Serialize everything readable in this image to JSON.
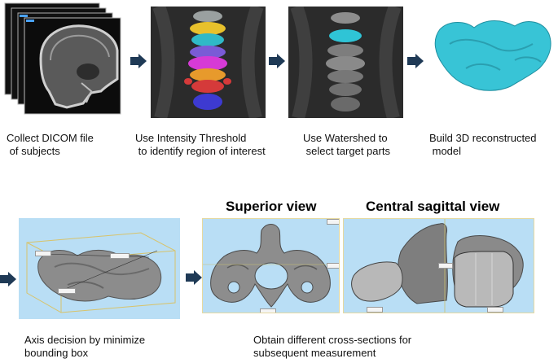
{
  "steps": [
    {
      "caption": "Collect DICOM file\n of subjects"
    },
    {
      "caption": "Use Intensity Threshold\n to identify region of interest"
    },
    {
      "caption": "Use Watershed to\n select target parts"
    },
    {
      "caption": "Build 3D reconstructed\n model"
    },
    {
      "caption": "Axis decision by minimize\nbounding box"
    },
    {
      "caption": "Obtain different cross-sections for\nsubsequent measurement"
    }
  ],
  "views": {
    "superior": "Superior view",
    "sagittal": "Central sagittal view"
  },
  "colors": {
    "arrow": "#1f3a56",
    "model": "#38c4d6",
    "panel_bg": "#b9def5",
    "bone": "#8a8a8a",
    "ct_bg": "#2a2a2a"
  },
  "icons": [
    "flow-arrow-icon"
  ]
}
